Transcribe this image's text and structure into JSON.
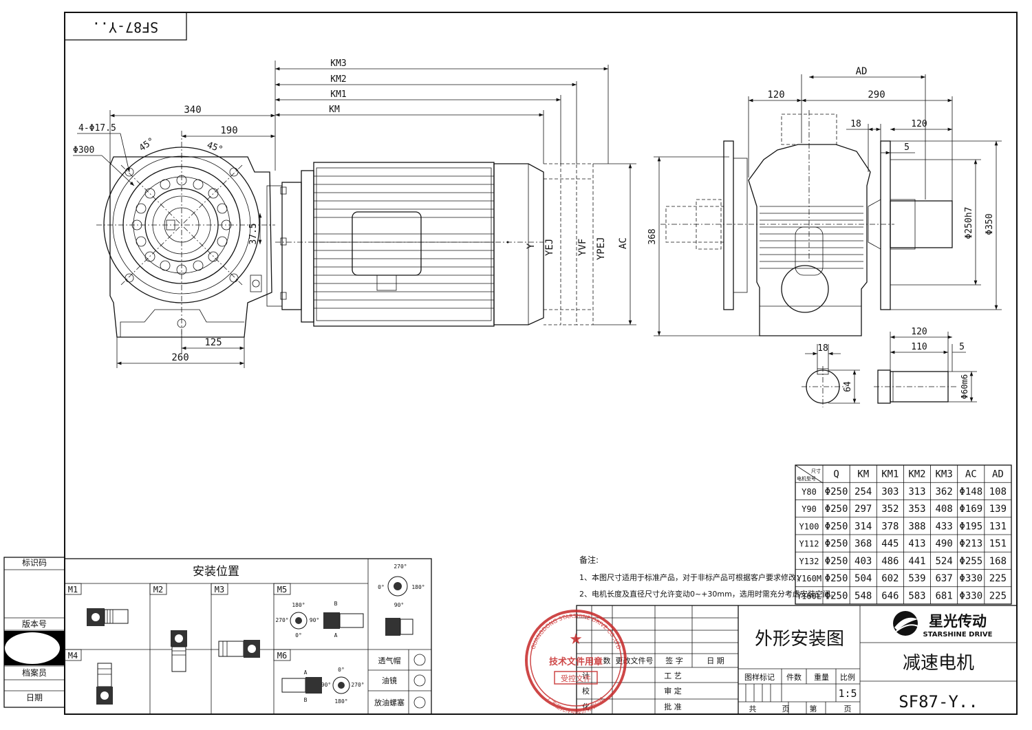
{
  "header_code": "SF87-Y..",
  "dims": {
    "km3": "KM3",
    "km2": "KM2",
    "km1": "KM1",
    "km": "KM",
    "d340": "340",
    "d190": "190",
    "holes": "4-Φ17.5",
    "d300": "Φ300",
    "ang45a": "45°",
    "ang45b": "45°",
    "d37_5": "37.5",
    "d125": "125",
    "d260": "260",
    "y": "Y",
    "yej": "YEJ",
    "yvf": "YVF",
    "ypej": "YPEJ",
    "ac": "AC",
    "ad": "AD",
    "d120a": "120",
    "d290": "290",
    "d18a": "18",
    "d120b": "120",
    "d5a": "5",
    "d368": "368",
    "d250h7": "Φ250h7",
    "d350": "Φ350",
    "d18b": "18",
    "d64": "64",
    "d120c": "120",
    "d110": "110",
    "d5b": "5",
    "d60m6": "Φ60m6"
  },
  "table": {
    "corner_top": "尺寸",
    "corner_bottom": "电机型号",
    "headers": [
      "Q",
      "KM",
      "KM1",
      "KM2",
      "KM3",
      "AC",
      "AD"
    ],
    "rows": [
      [
        "Y80",
        "Φ250",
        "254",
        "303",
        "313",
        "362",
        "Φ148",
        "108"
      ],
      [
        "Y90",
        "Φ250",
        "297",
        "352",
        "353",
        "408",
        "Φ169",
        "139"
      ],
      [
        "Y100",
        "Φ250",
        "314",
        "378",
        "388",
        "433",
        "Φ195",
        "131"
      ],
      [
        "Y112",
        "Φ250",
        "368",
        "445",
        "413",
        "490",
        "Φ213",
        "151"
      ],
      [
        "Y132",
        "Φ250",
        "403",
        "486",
        "441",
        "524",
        "Φ255",
        "168"
      ],
      [
        "Y160M",
        "Φ250",
        "504",
        "602",
        "539",
        "637",
        "Φ330",
        "225"
      ],
      [
        "Y160L",
        "Φ250",
        "548",
        "646",
        "583",
        "681",
        "Φ330",
        "225"
      ]
    ]
  },
  "notes": {
    "title": "备注:",
    "line1": "1、本图尺寸适用于标准产品，对于非标产品可根据客户要求修改；",
    "line2": "2、电机长度及直径尺寸允许变动0~+30mm，选用时需充分考虑安装空间。"
  },
  "mounting": {
    "title": "安装位置",
    "cells": [
      "M1",
      "M2",
      "M3",
      "M5",
      "M4",
      "M6"
    ],
    "m5_angles": [
      "180°",
      "270°",
      "90°",
      "0°"
    ],
    "m6_angles": [
      "0°",
      "270°",
      "90°",
      "180°"
    ],
    "ab": [
      "A",
      "B"
    ],
    "pos_angles": [
      "270°",
      "0°",
      "180°",
      "90°"
    ],
    "legend": [
      "透气帽",
      "油镜",
      "放油螺塞"
    ]
  },
  "left_strip": [
    "标识码",
    "版本号",
    "档案员",
    "日期"
  ],
  "title_block": {
    "drawing_name": "外形安装图",
    "product_name": "减速电机",
    "model": "SF87-Y..",
    "brand_cn": "星光传动",
    "brand_en": "STARSHINE DRIVE",
    "rev_headers": [
      "数",
      "更改文件号",
      "签 字",
      "日 期"
    ],
    "roles_left": [
      "计",
      "校",
      "化"
    ],
    "roles_right": [
      "工 艺",
      "审 定",
      "批 准"
    ],
    "meta_headers": [
      "图样标记",
      "件数",
      "重量",
      "比例"
    ],
    "scale": "1:5",
    "sheet": [
      "共",
      "页",
      "第",
      "页"
    ]
  },
  "stamp": {
    "main": "技术文件用章",
    "sub": "受控文件",
    "ring_top": "GUANGDONG STARSHINE DRIVE CO.,LTD",
    "ring_bottom": "广东星光传动股份有限公司"
  }
}
